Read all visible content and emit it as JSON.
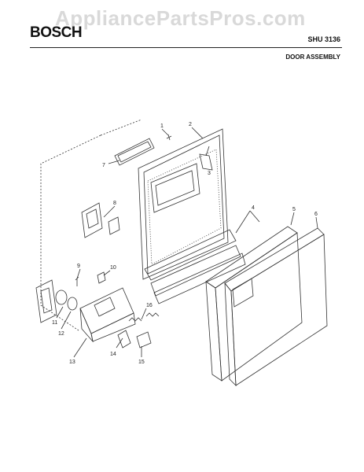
{
  "header": {
    "watermark": "AppliancePartsPros.com",
    "brand": "BOSCH",
    "model": "SHU 3136",
    "section": "DOOR ASSEMBLY"
  },
  "callouts": [
    "1",
    "2",
    "3",
    "4",
    "5",
    "6",
    "7",
    "8",
    "9",
    "10",
    "11",
    "12",
    "13",
    "14",
    "15",
    "16"
  ],
  "colors": {
    "line": "#333333",
    "text": "#111111",
    "watermark": "#d9d9d9"
  }
}
